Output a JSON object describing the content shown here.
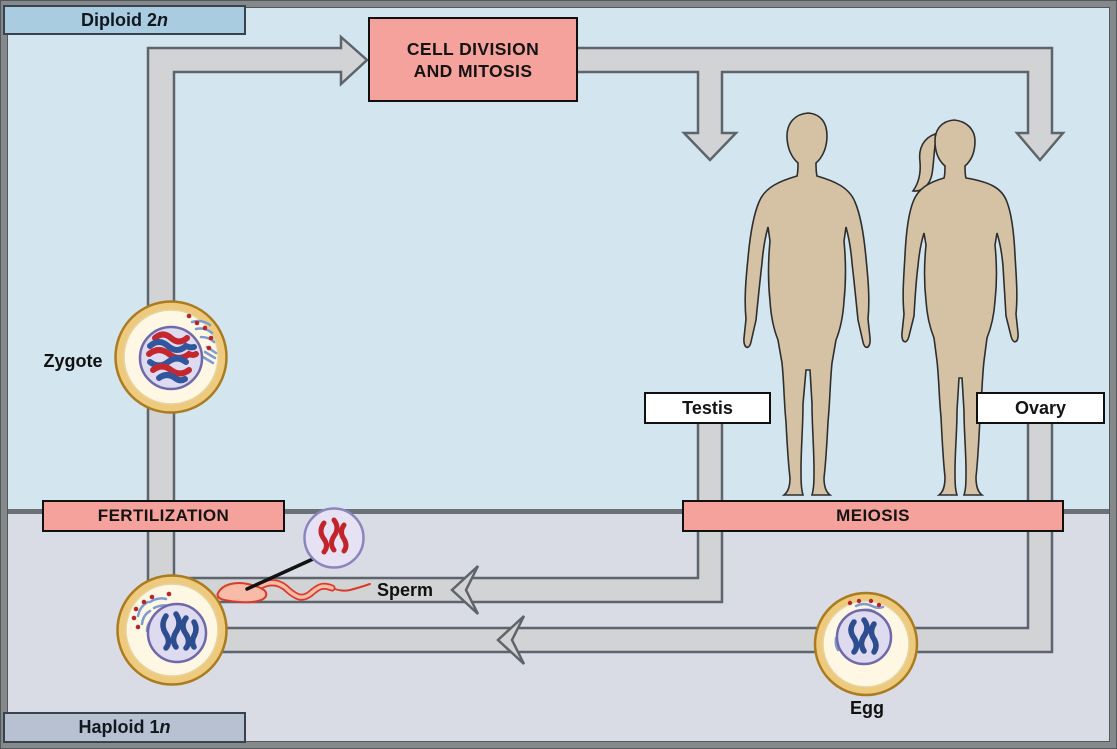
{
  "region_labels": {
    "diploid": {
      "text": "Diploid 2",
      "symbol": "n"
    },
    "haploid": {
      "text": "Haploid 1",
      "symbol": "n"
    }
  },
  "process_boxes": {
    "cell_division_line1": "CELL DIVISION",
    "cell_division_line2": "AND MITOSIS",
    "meiosis": "MEIOSIS",
    "fertilization": "FERTILIZATION"
  },
  "organ_labels": {
    "testis": "Testis",
    "ovary": "Ovary"
  },
  "cell_labels": {
    "zygote": "Zygote",
    "sperm": "Sperm",
    "egg": "Egg"
  },
  "colors": {
    "diploid_region": "#d3e6f0",
    "haploid_region": "#d9dce5",
    "region_boundary": "#6c7177",
    "process_box": "#f4a29b",
    "diploid_label_box": "#a9cce1",
    "haploid_label_box": "#b8c1d2",
    "arrow_fill": "#d2d3d4",
    "arrow_stroke": "#5d646b",
    "frame": "#86898c",
    "skin": "#d5c2a4",
    "cell_ring": "#edca7d",
    "cell_body": "#fdf7e3",
    "nucleus": "#dedaf0",
    "chromosome_red": "#c4272e",
    "chromosome_blue": "#31569e",
    "sperm_body": "#f8bba8",
    "sperm_outline": "#db3a2b"
  }
}
